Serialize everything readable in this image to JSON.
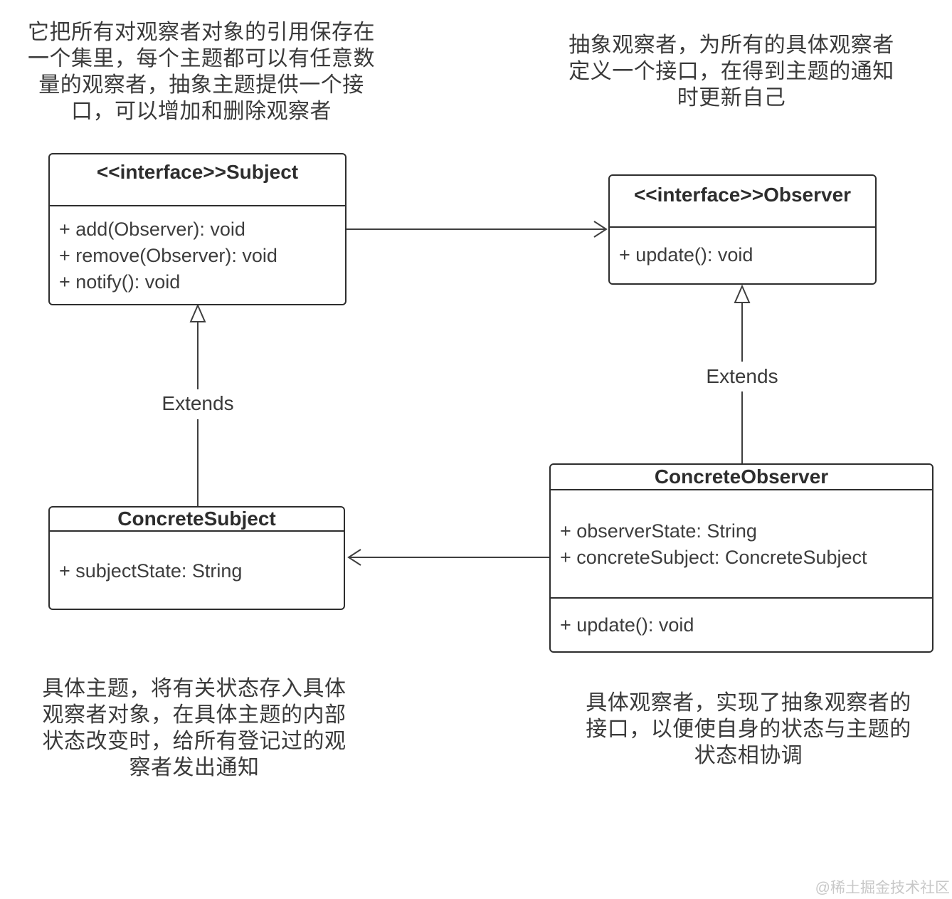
{
  "notes": {
    "top_left_lines": [
      "它把所有对观察者对象的引用保存在",
      "一个集里，每个主题都可以有任意数",
      "量的观察者，抽象主题提供一个接",
      "口，可以增加和删除观察者"
    ],
    "top_right_lines": [
      "抽象观察者，为所有的具体观察者",
      "定义一个接口，在得到主题的通知",
      "时更新自己"
    ],
    "bottom_left_lines": [
      "具体主题，将有关状态存入具体",
      "观察者对象，在具体主题的内部",
      "状态改变时，给所有登记过的观",
      "察者发出通知"
    ],
    "bottom_right_lines": [
      "具体观察者，实现了抽象观察者的",
      "接口，以便使自身的状态与主题的",
      "状态相协调"
    ]
  },
  "classes": {
    "subject": {
      "title": "<<interface>>Subject",
      "methods": [
        "+ add(Observer): void",
        "+ remove(Observer): void",
        "+ notify(): void"
      ]
    },
    "observer": {
      "title": "<<interface>>Observer",
      "methods": [
        "+ update(): void"
      ]
    },
    "concrete_subject": {
      "title": "ConcreteSubject",
      "attributes": [
        "+ subjectState: String"
      ]
    },
    "concrete_observer": {
      "title": "ConcreteObserver",
      "attributes": [
        "+ observerState: String",
        "+ concreteSubject: ConcreteSubject"
      ],
      "methods": [
        "+ update(): void"
      ]
    }
  },
  "edges": {
    "left_extends_label": "Extends",
    "right_extends_label": "Extends"
  },
  "watermark": "@稀土掘金技术社区",
  "colors": {
    "line": "#3f3f3f",
    "text": "#3a3a3a",
    "watermark": "#c8c8c8",
    "background": "#ffffff"
  }
}
